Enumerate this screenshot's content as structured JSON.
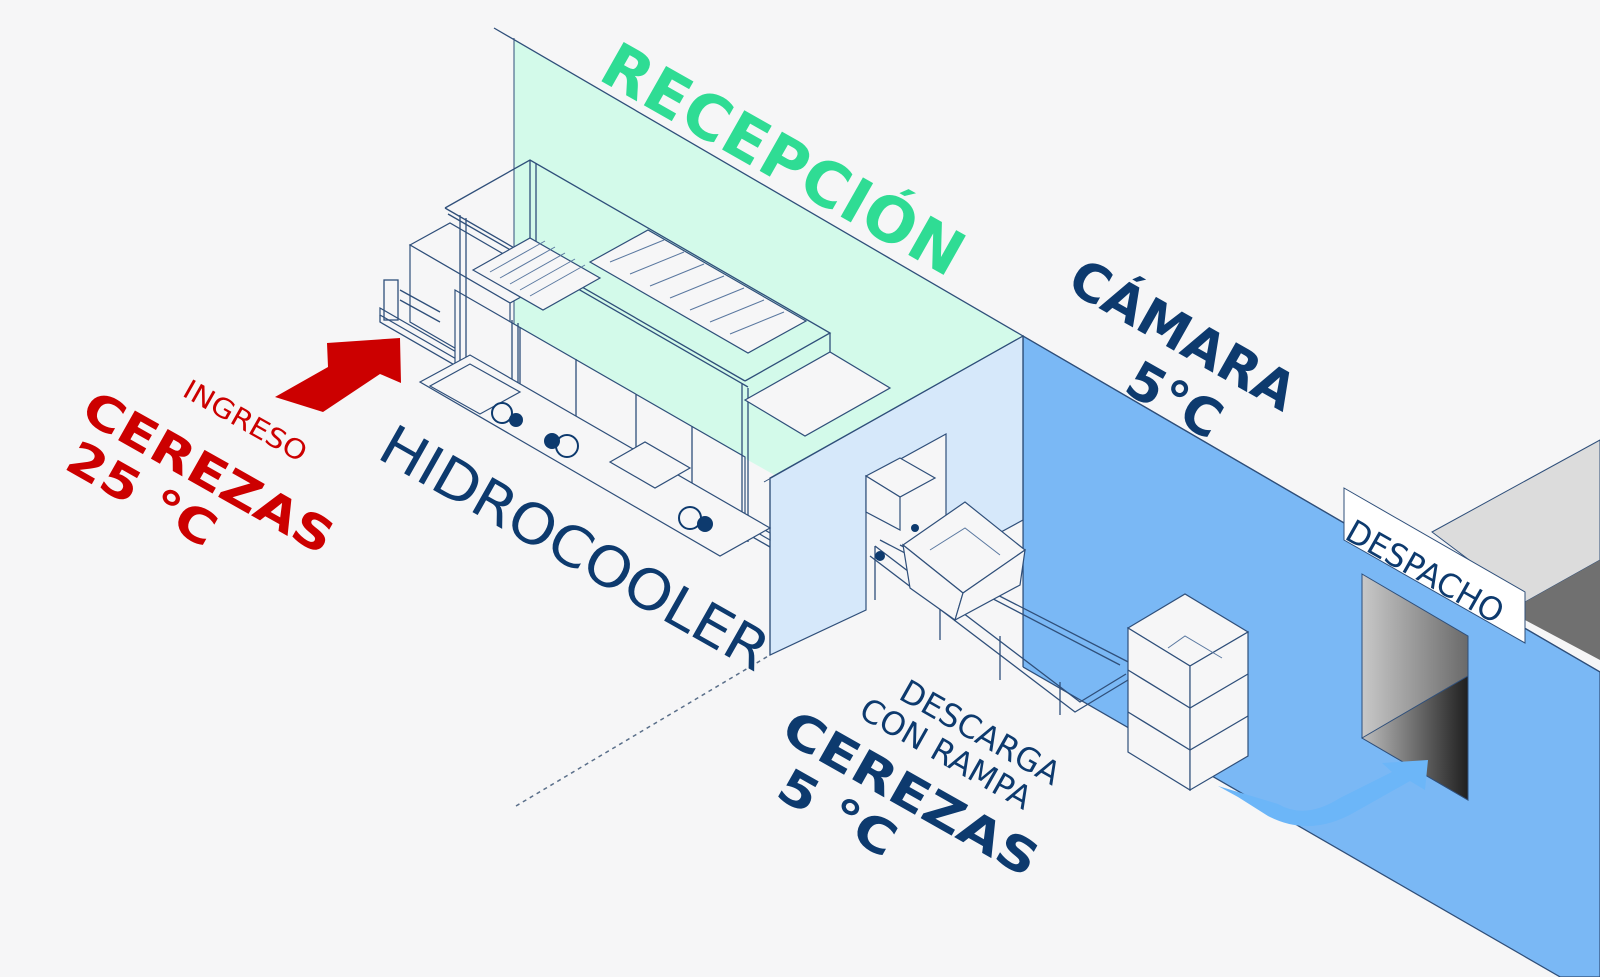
{
  "diagram": {
    "title": "Hidrocooler cherry cooling process flow",
    "colors": {
      "background": "#f6f6f7",
      "reception_zone": "#d3faea",
      "reception_text": "#2fdc94",
      "cold_room_wall": "#7ab8f5",
      "inner_wall": "#d6e8fa",
      "navy_text": "#0d3a6e",
      "ingress_red": "#cc0000",
      "dispatch_arrow": "#6cb6f8",
      "dispatch_roof": "#dcdcdc"
    },
    "zones": {
      "reception": {
        "label": "RECEPCIÓN"
      },
      "cold_room": {
        "label": "CÁMARA",
        "temperature": "5°C"
      },
      "dispatch": {
        "label": "DESPACHO"
      }
    },
    "equipment": {
      "hidrocooler": {
        "label": "HIDROCOOLER"
      },
      "unloading": {
        "line1": "DESCARGA",
        "line2": "CON RAMPA"
      }
    },
    "ingress": {
      "caption": "INGRESO",
      "product": "CEREZAS",
      "temperature": "25 °C",
      "arrow_icon": "arrow-up-right-icon"
    },
    "output": {
      "product": "CEREZAS",
      "temperature": "5 °C",
      "arrow_icon": "curved-arrow-right-icon"
    }
  }
}
